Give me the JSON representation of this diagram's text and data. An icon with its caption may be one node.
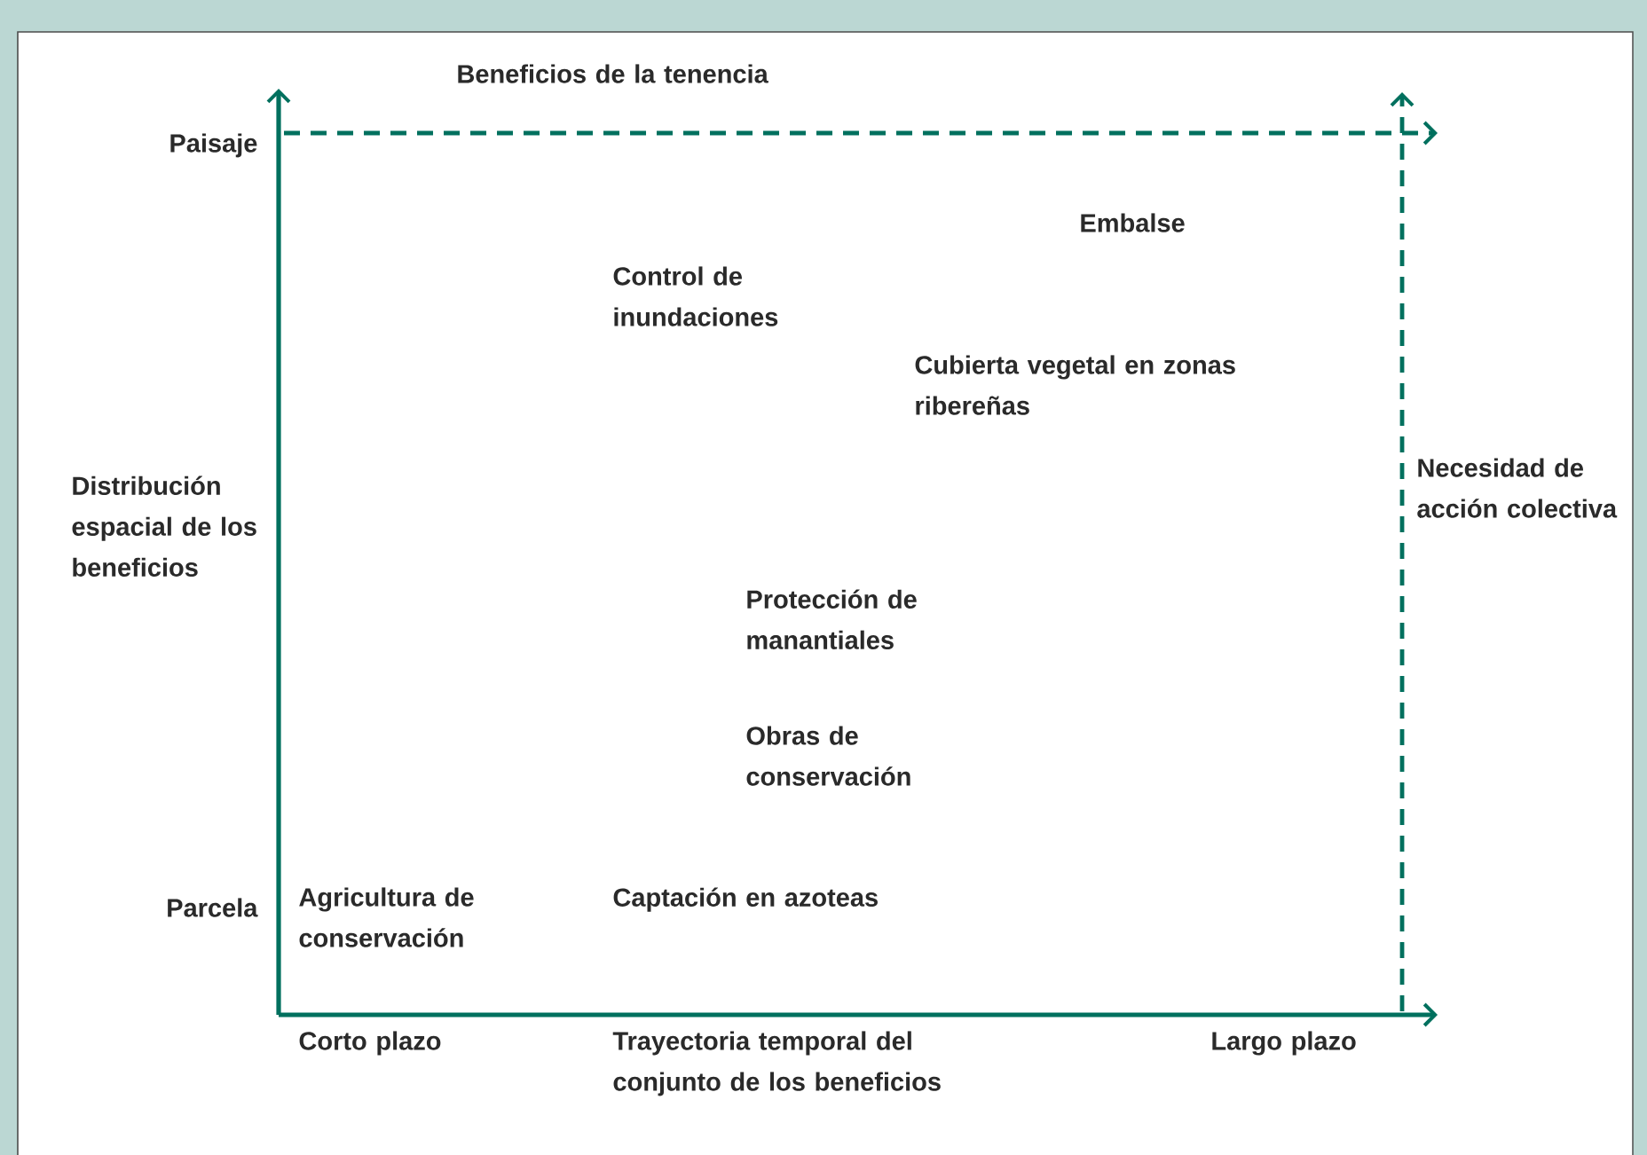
{
  "diagram": {
    "labels": [
      "Beneficios de la tenencia",
      "Paisaje",
      "Embalse",
      "Control de inundaciones",
      "Cubierta vegetal en zonas ribereñas",
      "Distribución espacial de los beneficios",
      "Necesidad de acción colectiva",
      "Protección de manantiales",
      "Obras de conservación",
      "Parcela",
      "Agricultura de conservación",
      "Captación en azoteas",
      "Corto plazo",
      "Trayectoria temporal del conjunto de los beneficios",
      "Largo plazo"
    ]
  }
}
